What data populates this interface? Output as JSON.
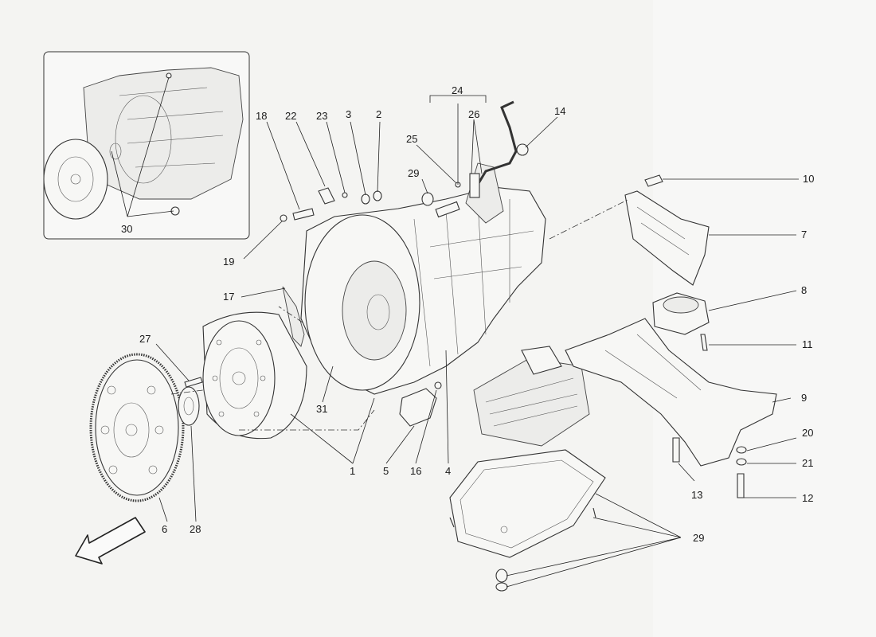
{
  "callouts": {
    "c1": "1",
    "c2": "2",
    "c3": "3",
    "c4": "4",
    "c5": "5",
    "c6": "6",
    "c7": "7",
    "c8": "8",
    "c9": "9",
    "c10": "10",
    "c11": "11",
    "c12": "12",
    "c13": "13",
    "c14": "14",
    "c16": "16",
    "c17": "17",
    "c18": "18",
    "c19": "19",
    "c20": "20",
    "c21": "21",
    "c22": "22",
    "c23": "23",
    "c24": "24",
    "c25": "25",
    "c26": "26",
    "c27": "27",
    "c28": "28",
    "c29a": "29",
    "c29b": "29",
    "c30": "30",
    "c31": "31"
  },
  "icons": {
    "direction": "front-direction-arrow-icon"
  }
}
